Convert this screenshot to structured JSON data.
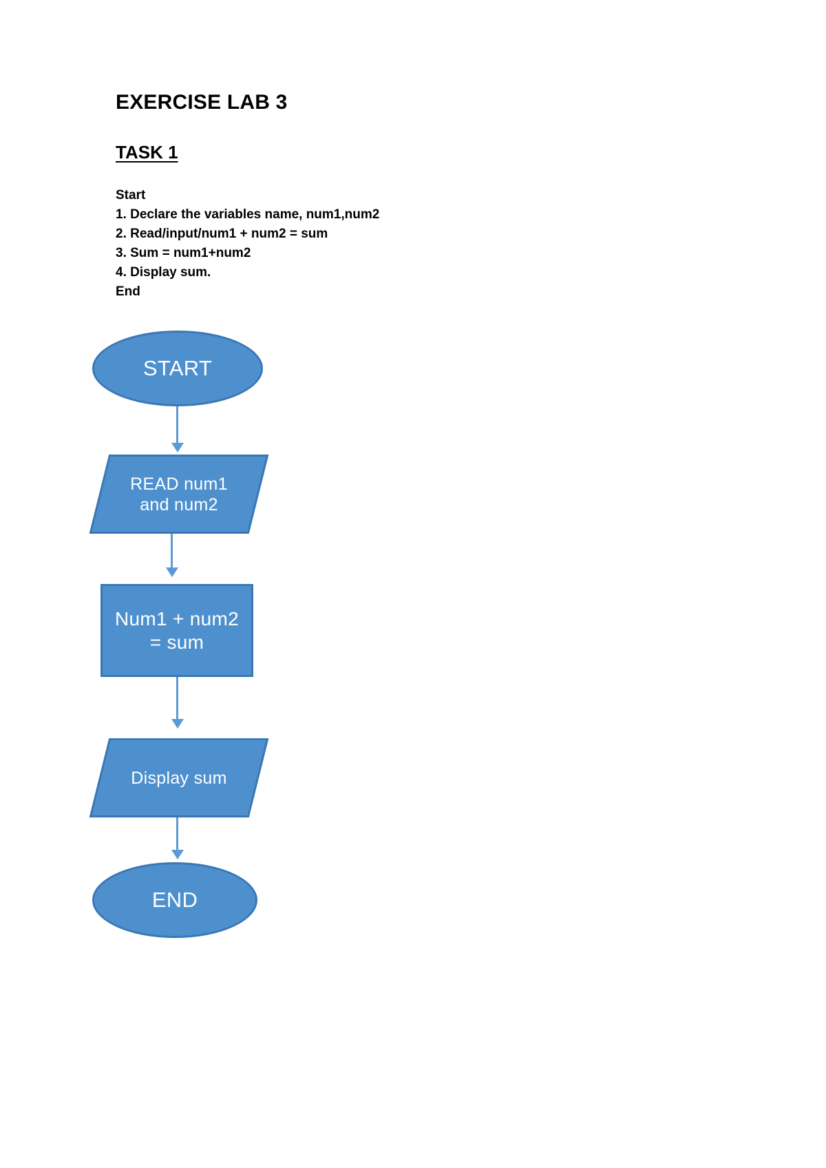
{
  "document": {
    "title": "EXERCISE LAB 3",
    "task_heading": "TASK 1",
    "pseudocode": [
      "Start",
      "1. Declare the variables name, num1,num2",
      "2. Read/input/num1 + num2 = sum",
      "3. Sum = num1+num2",
      "4. Display sum.",
      "End"
    ]
  },
  "flowchart": {
    "colors": {
      "shape_fill": "#4E90CE",
      "shape_border": "#3A77B5",
      "connector": "#5B9BD5",
      "shape_text": "#FFFFFF"
    },
    "nodes": [
      {
        "id": "start",
        "type": "terminator",
        "label": "START"
      },
      {
        "id": "read",
        "type": "input-output",
        "label": "READ  num1\nand num2"
      },
      {
        "id": "process",
        "type": "process",
        "label": "Num1 + num2\n= sum"
      },
      {
        "id": "display",
        "type": "input-output",
        "label": "Display sum"
      },
      {
        "id": "end",
        "type": "terminator",
        "label": "END"
      }
    ],
    "connectors": [
      {
        "from": "start",
        "to": "read"
      },
      {
        "from": "read",
        "to": "process"
      },
      {
        "from": "process",
        "to": "display"
      },
      {
        "from": "display",
        "to": "end"
      }
    ]
  }
}
